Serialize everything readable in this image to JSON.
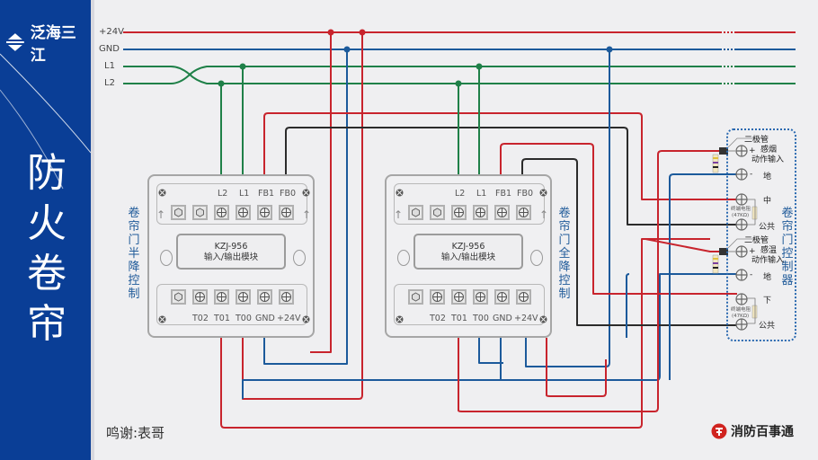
{
  "sidebar": {
    "logo_text": "泛海三江",
    "title_chars": [
      "防",
      "火",
      "卷",
      "帘"
    ],
    "brand_color": "#0a3e96"
  },
  "bus_lines": [
    {
      "label": "+24V",
      "color": "#c8242d"
    },
    {
      "label": "GND",
      "color": "#1c5a9b"
    },
    {
      "label": "L1",
      "color": "#1f8048"
    },
    {
      "label": "L2",
      "color": "#1f8048"
    }
  ],
  "modules": [
    {
      "model": "KZJ-956",
      "description": "输入/输出模块",
      "side_label": [
        "卷",
        "帘",
        "门",
        "半",
        "降",
        "控",
        "制"
      ],
      "top_terminals": [
        "",
        "",
        "L2",
        "L1",
        "FB1",
        "FB0"
      ],
      "bottom_terminals": [
        "",
        "T02",
        "T01",
        "T00",
        "GND",
        "+24V"
      ]
    },
    {
      "model": "KZJ-956",
      "description": "输入/输出模块",
      "side_label": [
        "卷",
        "帘",
        "门",
        "全",
        "降",
        "控",
        "制"
      ],
      "top_terminals": [
        "",
        "",
        "L2",
        "L1",
        "FB1",
        "FB0"
      ],
      "bottom_terminals": [
        "",
        "T02",
        "T01",
        "T00",
        "GND",
        "+24V"
      ]
    }
  ],
  "controller": {
    "title": [
      "卷",
      "帘",
      "门",
      "控",
      "制",
      "器"
    ],
    "groups": [
      {
        "diode_label": "二极管",
        "input_label": "感烟",
        "input_sub": "动作输入",
        "plus": "+",
        "minus": "-",
        "ground_label": "地",
        "mid_label": "中",
        "resistor_label": "终端电阻",
        "resistor_value": "(47KΩ)",
        "common_label": "公共"
      },
      {
        "diode_label": "二极管",
        "input_label": "感温",
        "input_sub": "动作输入",
        "plus": "+",
        "minus": "-",
        "ground_label": "地",
        "mid_label": "下",
        "resistor_label": "终端电阻",
        "resistor_value": "(47KΩ)",
        "common_label": "公共"
      }
    ]
  },
  "footer": {
    "credit": "鸣谢:表哥",
    "brand": "消防百事通"
  },
  "colors": {
    "red": "#c8242d",
    "blue": "#1c5a9b",
    "green": "#1f8048",
    "black": "#2b2b2b"
  }
}
